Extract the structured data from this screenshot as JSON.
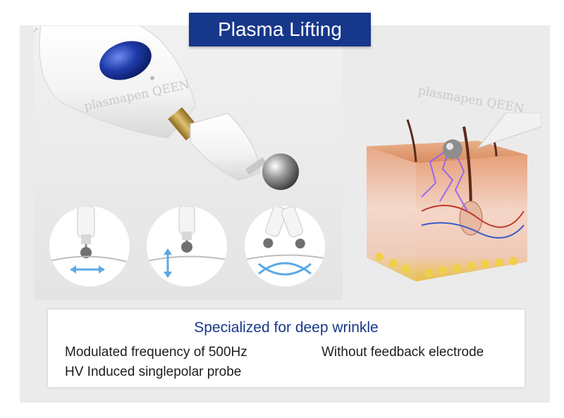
{
  "header": {
    "title": "Plasma Lifting"
  },
  "watermarks": [
    "plasmapen QEEN",
    "plasmapen QEEN"
  ],
  "illustrations": {
    "pen_product": "plasma-pen-icon",
    "motions": [
      "horizontal-motion-icon",
      "vertical-motion-icon",
      "swing-motion-icon"
    ],
    "skin_cross_section": "skin-layers-icon"
  },
  "features": {
    "heading": "Specialized for deep wrinkle",
    "lines": [
      "Modulated frequency of 500Hz",
      "HV Induced singlepolar probe",
      "Without feedback electrode"
    ]
  },
  "colors": {
    "banner": "#17378a",
    "heading_text": "#17378a",
    "arrow": "#5aa9e6",
    "button": "#1e3aa8"
  }
}
